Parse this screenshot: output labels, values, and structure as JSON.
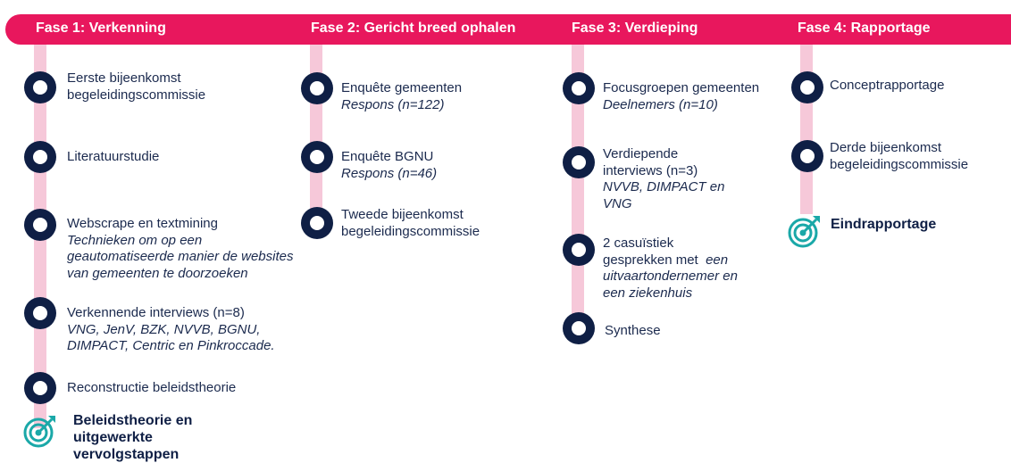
{
  "phases": [
    {
      "title": "Fase 1: Verkenning"
    },
    {
      "title": "Fase 2: Gericht breed ophalen"
    },
    {
      "title": "Fase 3: Verdieping"
    },
    {
      "title": "Fase 4: Rapportage"
    }
  ],
  "phase1": {
    "items": [
      {
        "lines": [
          "Eerste bijeenkomst",
          "begeleidingscommissie"
        ]
      },
      {
        "lines": [
          "Literatuurstudie"
        ]
      },
      {
        "lines": [
          "Webscrape en textmining"
        ],
        "italic": [
          "Technieken om op een",
          "geautomatiseerde manier de websites",
          "van gemeenten te doorzoeken"
        ]
      },
      {
        "lines": [
          "Verkennende interviews (n=8)"
        ],
        "italic": [
          "VNG, JenV, BZK, NVVB, BGNU,",
          "DIMPACT, Centric en Pinkroccade."
        ]
      },
      {
        "lines": [
          "Reconstructie beleidstheorie"
        ]
      }
    ],
    "goal": [
      "Beleidstheorie en",
      "uitgewerkte",
      "vervolgstappen"
    ]
  },
  "phase2": {
    "items": [
      {
        "lines": [
          "Enquête gemeenten"
        ],
        "italic": [
          "Respons (n=122)"
        ]
      },
      {
        "lines": [
          "Enquête BGNU"
        ],
        "italic": [
          "Respons (n=46)"
        ]
      },
      {
        "lines": [
          "Tweede bijeenkomst",
          "begeleidingscommissie"
        ]
      }
    ]
  },
  "phase3": {
    "items": [
      {
        "lines": [
          "Focusgroepen gemeenten"
        ],
        "italic": [
          "Deelnemers (n=10)"
        ]
      },
      {
        "lines": [
          "Verdiepende",
          "interviews (n=3)"
        ],
        "italic": [
          "NVVB, DIMPACT en",
          "VNG"
        ]
      },
      {
        "lines": [
          "2 casuïstiek",
          "gesprekken met"
        ],
        "italic_inline": "een",
        "italic": [
          "uitvaartondernemer en",
          "een ziekenhuis"
        ]
      },
      {
        "lines": [
          "Synthese"
        ]
      }
    ]
  },
  "phase4": {
    "items": [
      {
        "lines": [
          "Conceptrapportage"
        ]
      },
      {
        "lines": [
          "Derde bijeenkomst",
          "begeleidingscommissie"
        ]
      }
    ],
    "goal": [
      "Eindrapportage"
    ]
  },
  "colors": {
    "banner": "#e8175d",
    "track": "#f6c8d9",
    "dot": "#0f1f45",
    "goal_icon": "#1aa8a8"
  },
  "icons": {
    "milestone": "milestone-dot-icon",
    "goal": "target-arrow-icon"
  }
}
